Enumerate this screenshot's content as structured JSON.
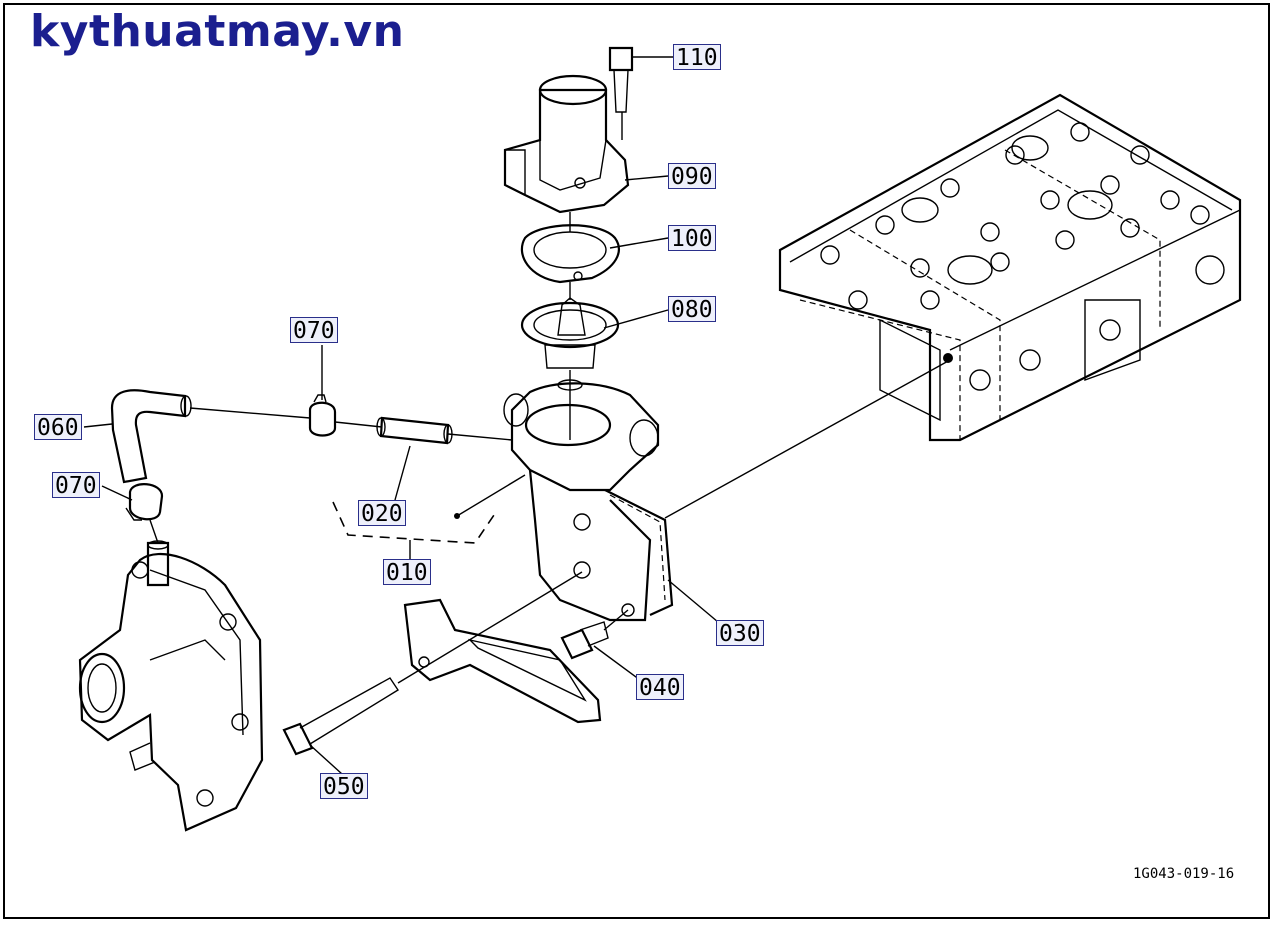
{
  "brand": {
    "text": "kythuatmay.vn",
    "color": "#1b1f8f"
  },
  "drawing_id": "1G043-019-16",
  "callouts": {
    "p110": "110",
    "p090": "090",
    "p100": "100",
    "p080": "080",
    "p070_top": "070",
    "p060": "060",
    "p070_left": "070",
    "p020": "020",
    "p010": "010",
    "p030": "030",
    "p040": "040",
    "p050": "050"
  }
}
